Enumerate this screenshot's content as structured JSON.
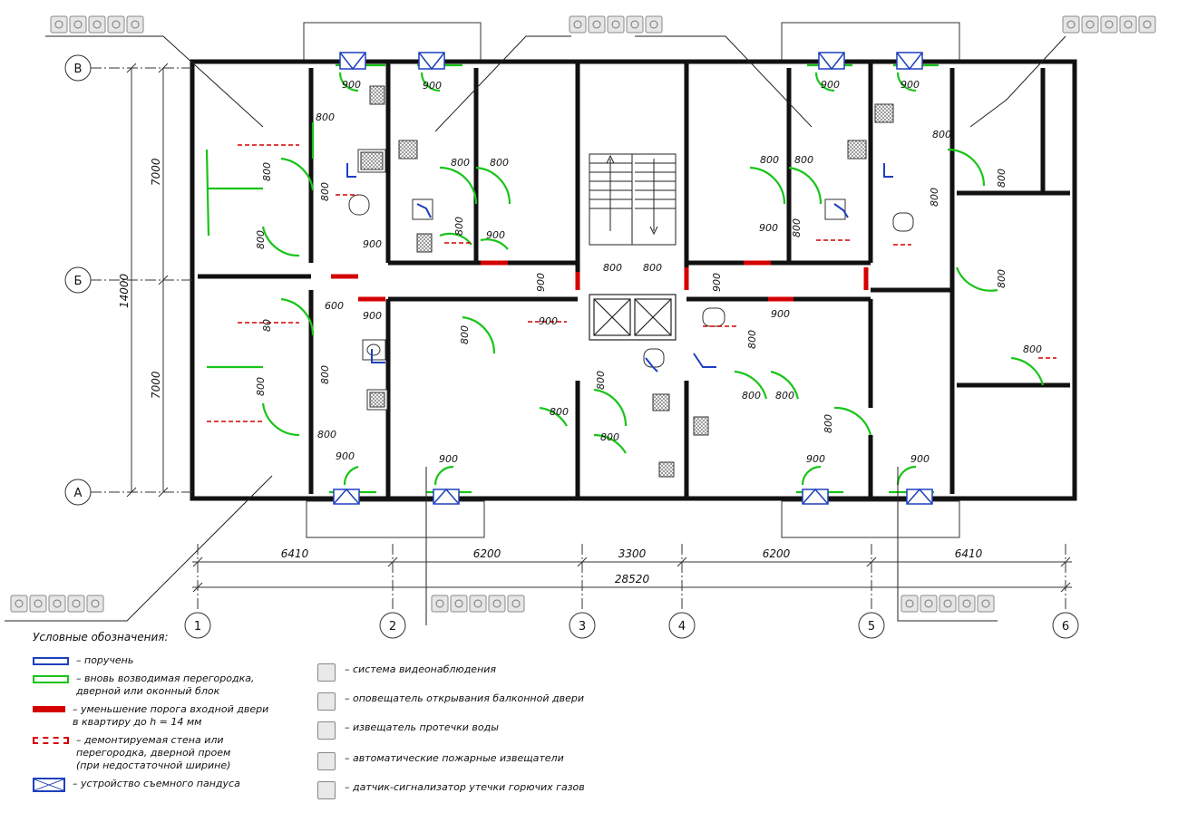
{
  "axes": {
    "rows": [
      {
        "id": "row-v",
        "label": "В"
      },
      {
        "id": "row-b",
        "label": "Б"
      },
      {
        "id": "row-a",
        "label": "А"
      }
    ],
    "cols": [
      "1",
      "2",
      "3",
      "4",
      "5",
      "6"
    ]
  },
  "dims": {
    "spans": [
      "6410",
      "6200",
      "3300",
      "6200",
      "6410"
    ],
    "total": "28520",
    "vertical_parts": [
      "7000",
      "7000"
    ],
    "vertical_total": "14000"
  },
  "door_labels": {
    "d800": "800",
    "d900": "900",
    "d600": "600",
    "d80": "80"
  },
  "legend": {
    "title": "Условные обозначения:",
    "items": [
      {
        "name": "handrail",
        "text": [
          "– поручень"
        ],
        "color": "#1f3fbf"
      },
      {
        "name": "new-partition",
        "text": [
          "– вновь возводимая перегородка,",
          "  дверной или оконный блок"
        ],
        "color": "#19c419"
      },
      {
        "name": "threshold",
        "text": [
          "– уменьшение порога входной двери",
          "  в квартиру до h = 14 мм"
        ],
        "color": "#d40000"
      },
      {
        "name": "demolished-wall",
        "text": [
          "– демонтируемая стена или",
          "  перегородка, дверной проем",
          "  (при недостаточной ширине)"
        ],
        "color": "#d40000"
      },
      {
        "name": "ramp",
        "text": [
          "– устройство съемного пандуса"
        ],
        "color": "#1f3fbf"
      }
    ],
    "devices": [
      {
        "icon": "camera-icon",
        "text": "– система видеонаблюдения"
      },
      {
        "icon": "alarm-icon",
        "text": "– оповещатель открывания балконной двери"
      },
      {
        "icon": "water-leak-icon",
        "text": "– извещатель протечки воды"
      },
      {
        "icon": "fire-detector-icon",
        "text": "– автоматические пожарные извещатели"
      },
      {
        "icon": "gas-detector-icon",
        "text": "– датчик-сигнализатор утечки горючих газов"
      }
    ]
  },
  "colors": {
    "wall": "#111111",
    "new": "#19c419",
    "demolish": "#d40000",
    "blue": "#1f3fbf"
  }
}
